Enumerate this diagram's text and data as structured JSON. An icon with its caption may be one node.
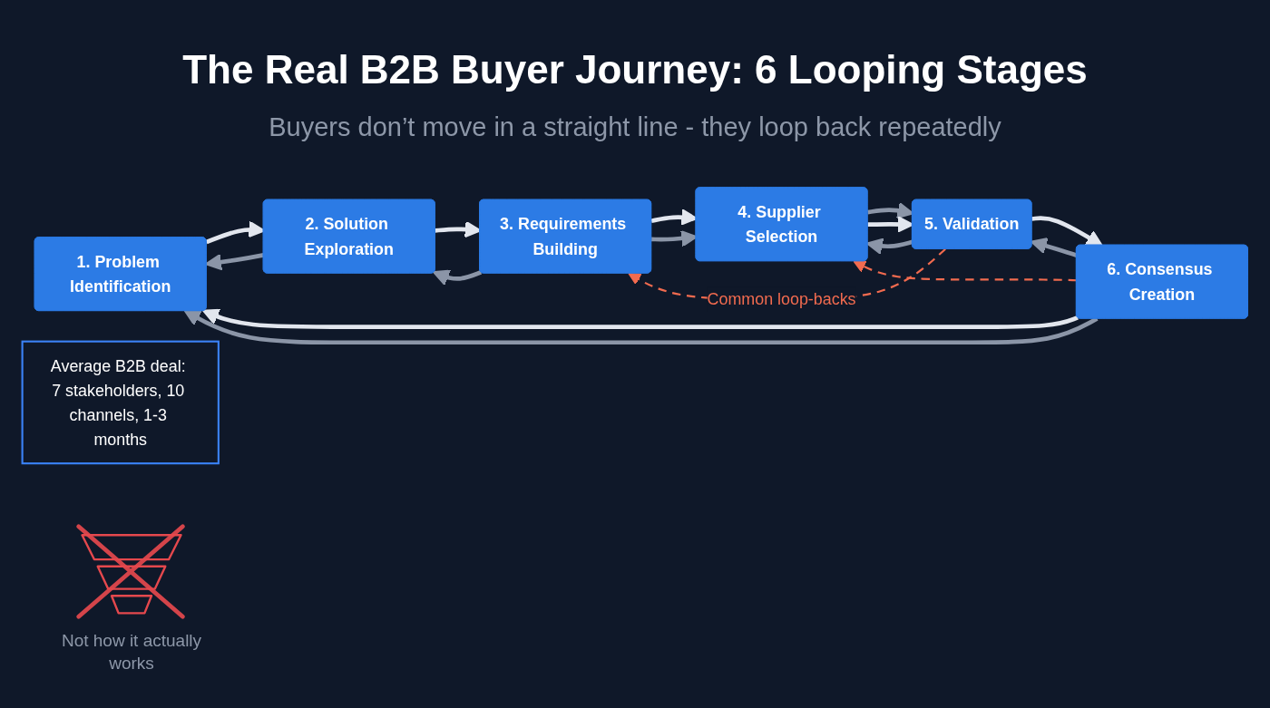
{
  "diagram": {
    "title": "The Real B2B Buyer Journey: 6 Looping Stages",
    "nodes": [
      {
        "text": [
          "1. Problem Identification"
        ]
      },
      {
        "text": [
          "2. Solution Exploration"
        ]
      },
      {
        "text": [
          "3. Requirements Building"
        ]
      },
      {
        "text": [
          "4. Supplier Selection"
        ]
      },
      {
        "text": [
          "5. Validation"
        ]
      },
      {
        "text": [
          "6. Consensus Creation"
        ]
      },
      {
        "text": [
          "Average B2B deal: 7 stakeholders, 10 channels, 1-3 months"
        ]
      }
    ],
    "edges": [
      {
        "from": 0,
        "to": 1,
        "arrow": "to",
        "color": "#e2e6ee"
      },
      {
        "from": 1,
        "to": 0,
        "arrow": "to"
      },
      {
        "from": 1,
        "to": 2,
        "arrow": "to",
        "color": "#e2e6ee"
      },
      {
        "from": 2,
        "to": 1,
        "arrow": "to"
      },
      {
        "from": 2,
        "to": 3,
        "arrow": "to",
        "color": "#e2e6ee"
      },
      {
        "from": 2,
        "to": 3,
        "arrow": "to"
      },
      {
        "from": 3,
        "to": 4,
        "arrow": "to"
      },
      {
        "from": 4,
        "to": 3,
        "arrow": "to"
      },
      {
        "from": 3,
        "to": 4,
        "arrow": "to",
        "color": "#e2e6ee"
      },
      {
        "from": 4,
        "to": 5,
        "arrow": "to",
        "color": "#e2e6ee"
      },
      {
        "from": 5,
        "to": 4,
        "arrow": "to"
      },
      {
        "from": 5,
        "to": 0,
        "arrow": "to",
        "color": "#e2e6ee"
      },
      {
        "from": 5,
        "to": 0,
        "arrow": "to"
      },
      {
        "from": 5,
        "to": 3,
        "arrow": "to",
        "style": "dashed",
        "color": "#f26b4f"
      },
      {
        "from": 4,
        "to": 2,
        "arrow": "to",
        "style": "dashed",
        "color": "#f26b4f",
        "label": "Common loop-backs"
      }
    ],
    "labels": [
      "Buyers don’t move in a straight line - they loop back repeatedly",
      "Not how it actually works"
    ]
  }
}
